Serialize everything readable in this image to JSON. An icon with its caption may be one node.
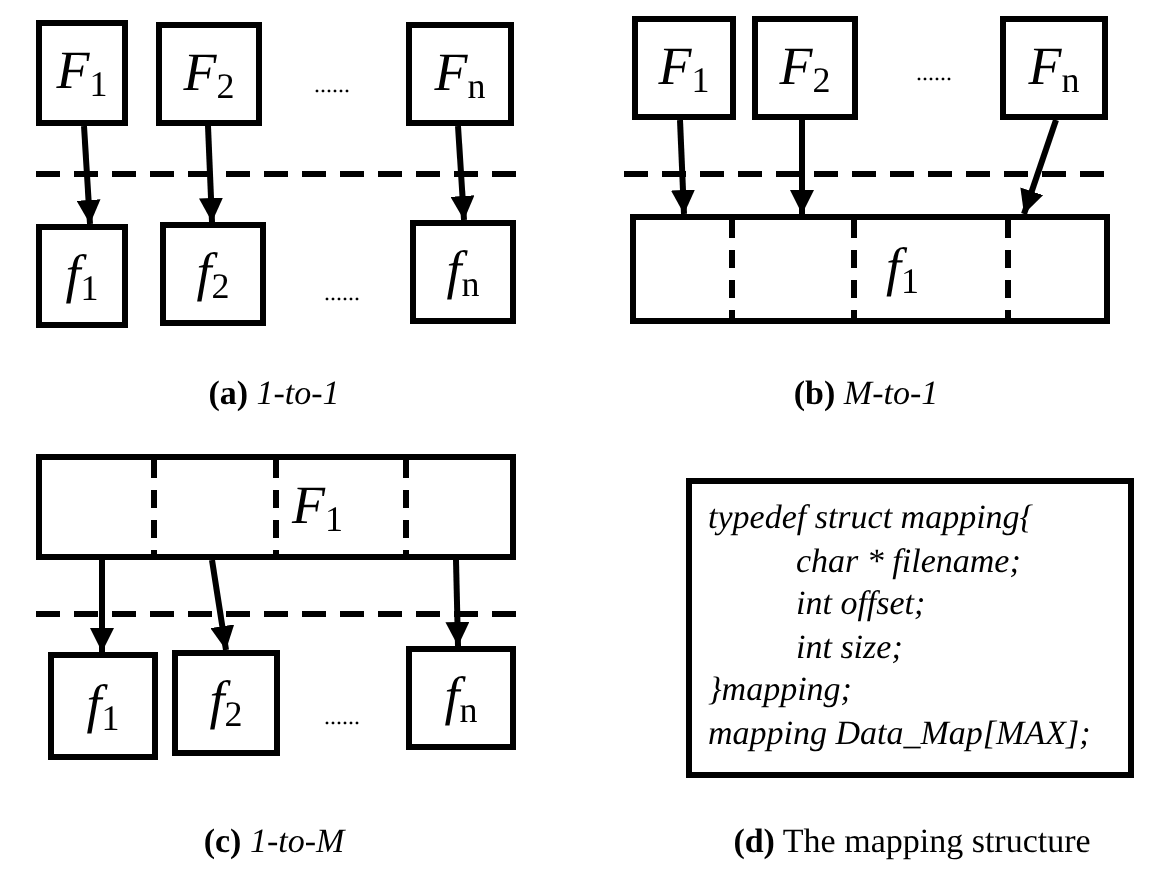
{
  "diagram": {
    "nodes": [
      {
        "text": [
          "F$_{1}$"
        ]
      },
      {
        "text": [
          "F$_{2}$"
        ]
      },
      {
        "text": [
          "F$_{n}$"
        ]
      },
      {
        "text": [
          "f$_{1}$"
        ]
      },
      {
        "text": [
          "f$_{2}$"
        ]
      },
      {
        "text": [
          "f$_{n}$"
        ]
      },
      {
        "text": [
          "F$_{1}$"
        ]
      },
      {
        "text": [
          "F$_{2}$"
        ]
      },
      {
        "text": [
          "F$_{n}$"
        ]
      },
      {
        "text": [
          "f$_{1}$"
        ]
      },
      {
        "text": [
          "F$_{1}$"
        ]
      },
      {
        "text": [
          "f$_{1}$"
        ]
      },
      {
        "text": [
          "f$_{2}$"
        ]
      },
      {
        "text": [
          "f$_{n}$"
        ]
      },
      {
        "text": [
          "typedef struct mapping{",
          "char * filename;",
          "int offset;",
          "int size;",
          "}mapping;",
          "mapping Data_Map[MAX];"
        ]
      }
    ],
    "edges": [
      {
        "from": 0,
        "to": 3,
        "arrow": "to"
      },
      {
        "from": 1,
        "to": 4,
        "arrow": "to"
      },
      {
        "from": 2,
        "to": 5,
        "arrow": "to"
      },
      {
        "from": 6,
        "to": 9,
        "arrow": "to"
      },
      {
        "from": 7,
        "to": 9,
        "arrow": "to"
      },
      {
        "from": 8,
        "to": 9,
        "arrow": "to"
      },
      {
        "from": 10,
        "to": 11,
        "arrow": "to"
      },
      {
        "from": 10,
        "to": 12,
        "arrow": "to"
      },
      {
        "from": 10,
        "to": 13,
        "arrow": "to"
      }
    ],
    "labels": [
      "......",
      "......",
      "......",
      "**(a)** *1-to-1*",
      "**(b)** *M-to-1*",
      "......",
      "**(c)** *1-to-M*",
      "**(d)** The mapping structure"
    ]
  }
}
